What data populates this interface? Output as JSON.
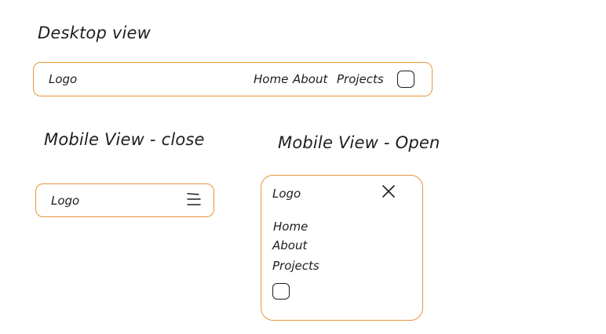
{
  "desktop": {
    "heading": "Desktop view",
    "logo": "Logo",
    "nav": [
      "Home",
      "About",
      "Projects"
    ],
    "square_icon": "square-icon"
  },
  "mobile_close": {
    "heading": "Mobile View - close",
    "logo": "Logo",
    "menu_icon": "hamburger-icon"
  },
  "mobile_open": {
    "heading": "Mobile View - Open",
    "logo": "Logo",
    "close_icon": "close-icon",
    "nav": [
      "Home",
      "About",
      "Projects"
    ],
    "square_icon": "square-icon"
  },
  "colors": {
    "frame": "#e8953a",
    "ink": "#1e1e1e",
    "background": "#ffffff"
  }
}
